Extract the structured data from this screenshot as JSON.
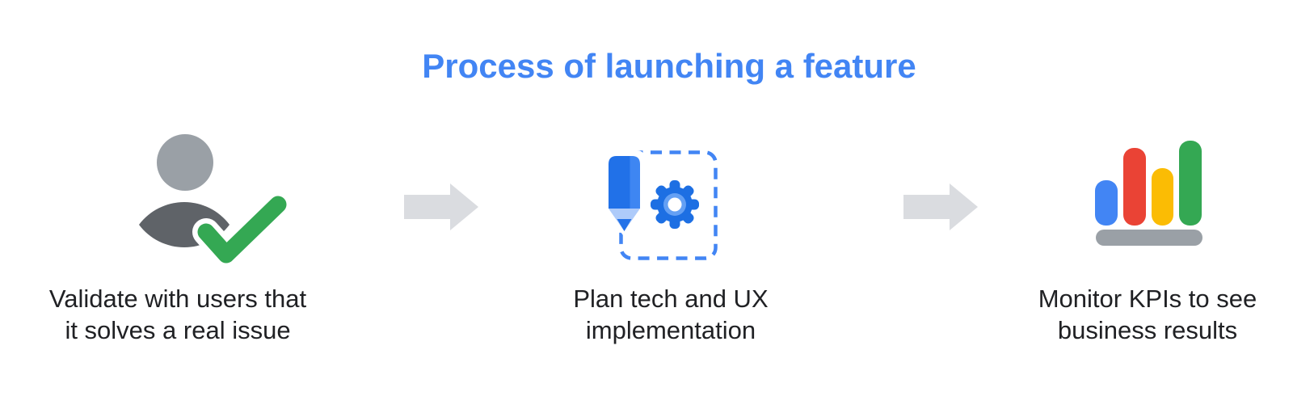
{
  "title": {
    "text": "Process of launching a feature",
    "color": "#4285F4"
  },
  "steps": [
    {
      "icon": "user-validation-check-icon",
      "lines": [
        "Validate with users that",
        "it solves a real issue"
      ]
    },
    {
      "icon": "pencil-gear-plan-icon",
      "lines": [
        "Plan tech and UX",
        "implementation"
      ]
    },
    {
      "icon": "bar-chart-kpi-icon",
      "lines": [
        "Monitor KPIs to see",
        "business results"
      ]
    }
  ],
  "connectors": [
    {
      "icon": "arrow-right-icon"
    },
    {
      "icon": "arrow-right-icon"
    }
  ],
  "colors": {
    "title_blue": "#4285F4",
    "caption_text": "#202124",
    "arrow_gray": "#DADCE0",
    "person_head_gray": "#9AA0A6",
    "person_body_gray": "#5F6368",
    "check_green": "#34A853",
    "check_outline_white": "#FFFFFF",
    "pencil_body_blue": "#2573E8",
    "pencil_stripe_blue": "#3E86F2",
    "pencil_wood_light_blue": "#AECBFA",
    "pencil_tip_blue": "#2573E8",
    "gear_blue": "#1D6FE3",
    "gear_ring_light_blue": "#64A0F4",
    "gear_hole_white": "#FFFFFF",
    "dashed_border_blue": "#4285F4",
    "bar_blue": "#4285F4",
    "bar_red": "#EA4335",
    "bar_yellow": "#FBBC04",
    "bar_green": "#34A853",
    "bar_base_gray": "#9AA0A6",
    "background": "#FFFFFF"
  }
}
